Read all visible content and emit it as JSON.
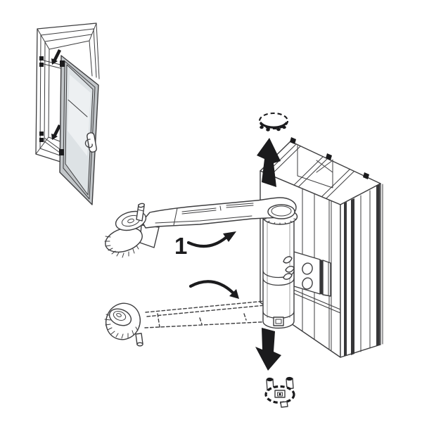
{
  "colors": {
    "bg": "#ffffff",
    "ink": "#3d3d3f",
    "ink-strong": "#1b1b1d",
    "fill-white": "#ffffff",
    "line-light": "#9b9b9b",
    "gasket": "#363638",
    "sash": "#c2c6c9",
    "glass": "#dde2e5",
    "glass-hi": "#edf0f2"
  },
  "figure": {
    "step_label": "1",
    "parts": {
      "window": "open-window-with-hinge-positions",
      "frame_profile": "window-profile-cross-section",
      "hinge_barrel": "pivot-hinge-barrel",
      "hinge_arm": "hinge-arm-lever",
      "hinge_arm_ghost": "hinge-arm-rotated-position",
      "knob": "knurled-knob",
      "top_cap": "top-cover-cap",
      "bottom_bush": "bottom-bearing-bush",
      "mounting_plate": "mounting-plate",
      "up_arrow": "insert-upward-arrow",
      "down_arrow": "insert-downward-arrow",
      "rotate_arrow_1": "rotate-arm-arrow",
      "rotate_arrow_2": "rotate-arm-arrow-ghost"
    }
  }
}
